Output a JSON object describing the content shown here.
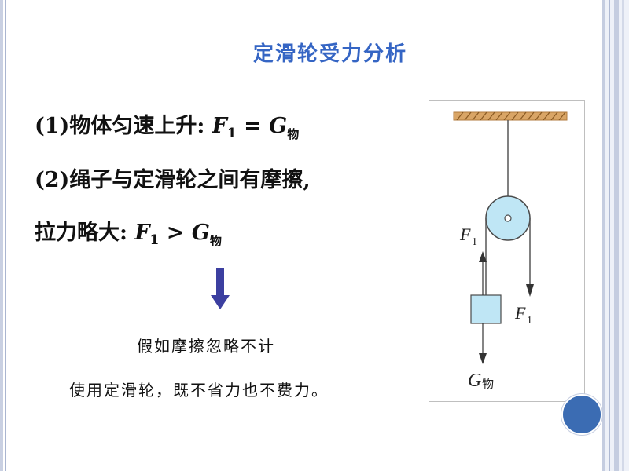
{
  "title": "定滑轮受力分析",
  "line1": {
    "prefix": "(1)物体匀速上升:",
    "F": "F",
    "F_sub": "1",
    "op": "=",
    "G": "G",
    "G_sub": "物"
  },
  "line2": {
    "text": "(2)绳子与定滑轮之间有摩擦,"
  },
  "line3": {
    "prefix": "拉力略大:",
    "F": "F",
    "F_sub": "1",
    "op": ">",
    "G": "G",
    "G_sub": "物"
  },
  "note1": "假如摩擦忽略不计",
  "note2": "使用定滑轮，既不省力也不费力。",
  "figure": {
    "label_left_F": "F",
    "label_left_sub": "1",
    "label_right_F": "F",
    "label_right_sub": "1",
    "label_G": "G",
    "label_G_sub": "物"
  },
  "colors": {
    "title": "#3565c4",
    "pulley_fill": "#bfe6f5",
    "block_fill": "#bfe6f5",
    "ceiling": "#b07a3c",
    "arrow": "#3c3fa0",
    "accent_dot": "#3b6cb3"
  }
}
